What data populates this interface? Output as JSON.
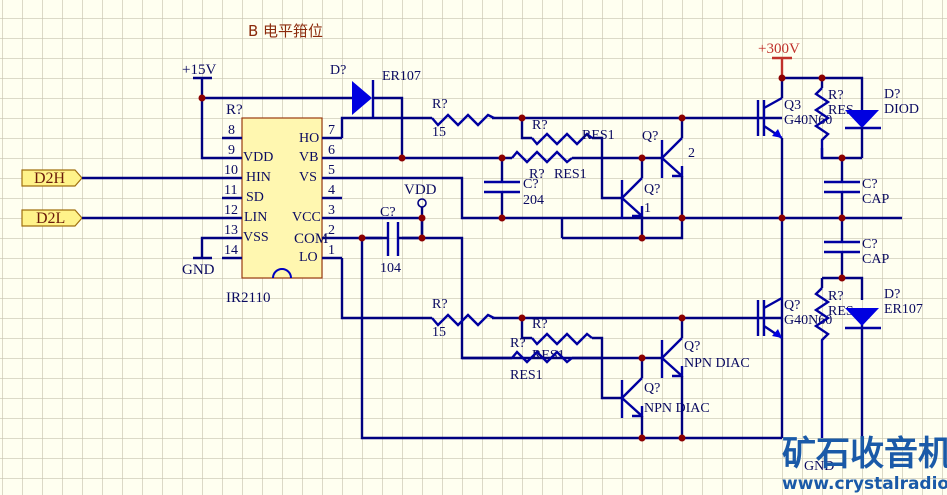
{
  "title": "B  电平箝位",
  "colors": {
    "background": "#fffff0",
    "grid": "#c8c4b0",
    "wire": "#000080",
    "junction": "#8b0000",
    "component": "#0000c0",
    "chip_fill": "#fff7b0",
    "port_fill": "#fff38a",
    "power_300": "#c0302a",
    "watermark": "#1a5aa8"
  },
  "power": {
    "plus15": "+15V",
    "plus300": "+300V",
    "vdd": "VDD",
    "gnd_left": "GND",
    "gnd_right": "GND"
  },
  "ports": {
    "d2h": "D2H",
    "d2l": "D2L"
  },
  "ic": {
    "ref": "R?",
    "part": "IR2110",
    "left_pins": [
      {
        "num": "8",
        "name": ""
      },
      {
        "num": "9",
        "name": "VDD"
      },
      {
        "num": "10",
        "name": "HIN"
      },
      {
        "num": "11",
        "name": "SD"
      },
      {
        "num": "12",
        "name": "LIN"
      },
      {
        "num": "13",
        "name": "VSS"
      },
      {
        "num": "14",
        "name": ""
      }
    ],
    "right_pins": [
      {
        "num": "7",
        "name": "HO"
      },
      {
        "num": "6",
        "name": "VB"
      },
      {
        "num": "5",
        "name": "VS"
      },
      {
        "num": "4",
        "name": ""
      },
      {
        "num": "3",
        "name": "VCC"
      },
      {
        "num": "2",
        "name": "COM"
      },
      {
        "num": "1",
        "name": "LO"
      }
    ]
  },
  "components": {
    "d_boot": {
      "ref": "D?",
      "value": "ER107"
    },
    "r_gate_hi": {
      "ref": "R?",
      "value": "15"
    },
    "r_hi_a": {
      "ref": "R?",
      "value": "RES1"
    },
    "r_hi_b": {
      "ref": "R?",
      "value": "RES1"
    },
    "c_boot": {
      "ref": "C?",
      "value": "204"
    },
    "c_vdd": {
      "ref": "C?",
      "value": "104"
    },
    "q_hi_1": {
      "ref": "Q?",
      "pin": "1"
    },
    "q_hi_2": {
      "ref": "Q?",
      "pin": "2"
    },
    "q3": {
      "ref": "Q3",
      "value": "G40N60"
    },
    "r_snub_hi": {
      "ref": "R?",
      "value": "RES"
    },
    "d_hi": {
      "ref": "D?",
      "value": "DIOD"
    },
    "c_top": {
      "ref": "C?",
      "value": "CAP"
    },
    "c_bot": {
      "ref": "C?",
      "value": "CAP"
    },
    "q_lo_igbt": {
      "ref": "Q?",
      "value": "G40N60"
    },
    "r_snub_lo": {
      "ref": "R?",
      "value": "RES"
    },
    "d_lo": {
      "ref": "D?",
      "value": "ER107"
    },
    "r_gate_lo": {
      "ref": "R?",
      "value": "15"
    },
    "r_lo_a": {
      "ref": "R?",
      "value": "RES1"
    },
    "r_lo_b": {
      "ref": "R?",
      "value": "RES1"
    },
    "q_lo_1": {
      "ref": "Q?",
      "value": "NPN DIAC"
    },
    "q_lo_2": {
      "ref": "Q?",
      "value": "NPN DIAC"
    }
  },
  "watermark": {
    "cn": "矿石收音机",
    "url": "www.crystalradio.cn"
  }
}
